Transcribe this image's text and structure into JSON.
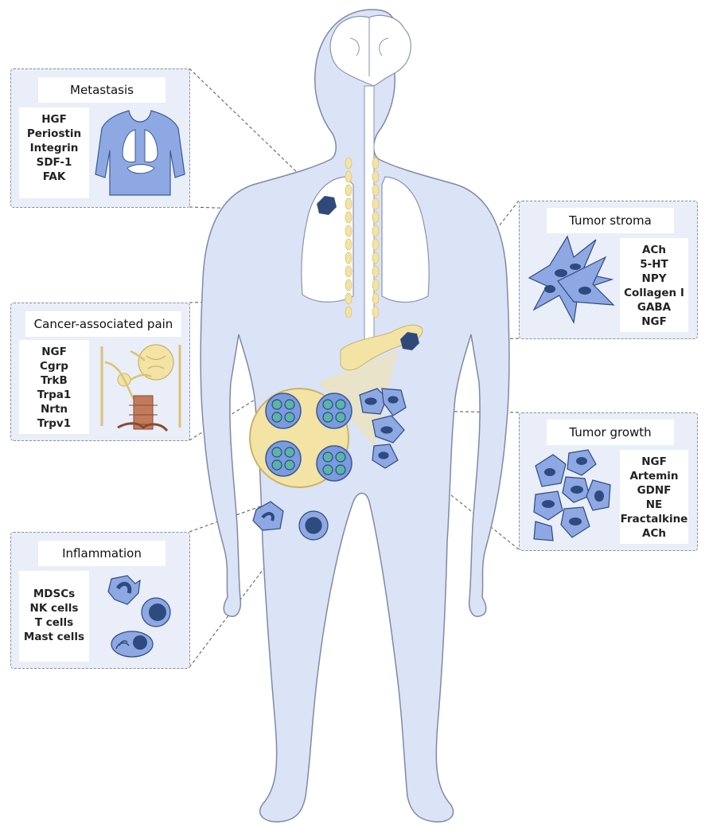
{
  "panels": {
    "metastasis": {
      "title": "Metastasis",
      "items": [
        "HGF",
        "Periostin",
        "Integrin",
        "SDF-1",
        "FAK"
      ]
    },
    "pain": {
      "title": "Cancer-associated pain",
      "items": [
        "NGF",
        "Cgrp",
        "TrkB",
        "Trpa1",
        "Nrtn",
        "Trpv1"
      ]
    },
    "inflammation": {
      "title": "Inflammation",
      "items": [
        "MDSCs",
        "NK cells",
        "T cells",
        "Mast cells"
      ]
    },
    "stroma": {
      "title": "Tumor stroma",
      "items": [
        "ACh",
        "5-HT",
        "NPY",
        "Collagen I",
        "GABA",
        "NGF"
      ]
    },
    "growth": {
      "title": "Tumor growth",
      "items": [
        "NGF",
        "Artemin",
        "GDNF",
        "NE",
        "Fractalkine",
        "ACh"
      ]
    }
  },
  "colors": {
    "body_fill": "#dbe3f7",
    "body_stroke": "#7f8aa3",
    "panel_bg": "#e9eef9",
    "cell_fill": "#8ea8e4",
    "nucleus": "#2e4a7e",
    "nerve_yellow": "#f3e3a4",
    "tumor_dark": "#2f4a7a",
    "teal_cell": "#5ab4a8"
  }
}
